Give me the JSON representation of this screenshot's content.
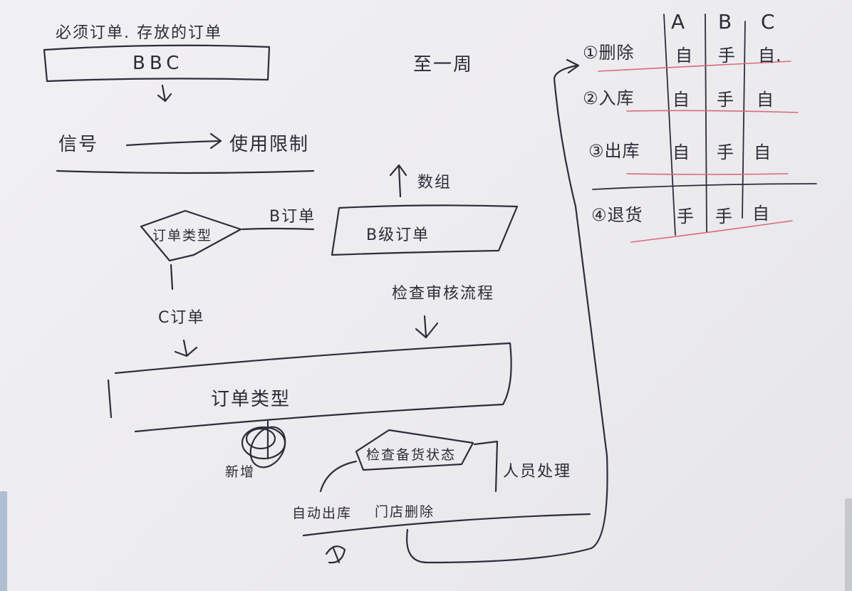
{
  "top_note": "必须订单. 存放的订单",
  "top_box_label": "BBC",
  "left_flow": {
    "signal": "信号",
    "target": "使用限制"
  },
  "diamond_label": "订单类型",
  "b_branch": "B订单",
  "c_branch": "C订单",
  "b_box_label": "B级订单",
  "up_label": "数组",
  "check_label": "检查审核流程",
  "week_label": "至一周",
  "order_box_label": "订单类型",
  "bottom": {
    "crossed": "新增",
    "diamond_label": "检查备货状态",
    "left_leaf": "自动出库",
    "mid_leaf": "门店删除",
    "right_leaf": "人员处理"
  },
  "table": {
    "headers": [
      "A",
      "B",
      "C"
    ],
    "rows": [
      {
        "label": "①删除",
        "cells": [
          "自",
          "手",
          "自."
        ]
      },
      {
        "label": "②入库",
        "cells": [
          "自",
          "手",
          "自"
        ]
      },
      {
        "label": "③出库",
        "cells": [
          "自",
          "手",
          "自"
        ]
      },
      {
        "label": "④退货",
        "cells": [
          "手",
          "手",
          "自"
        ]
      }
    ]
  }
}
